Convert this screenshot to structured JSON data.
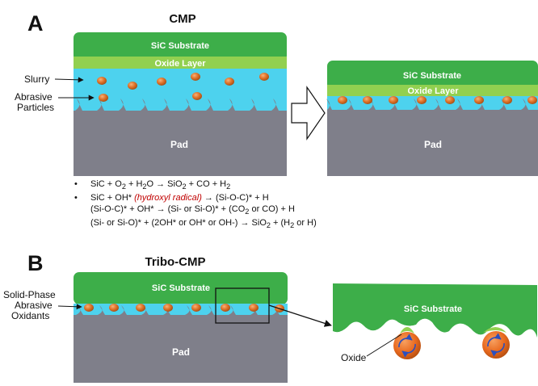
{
  "panel_a": {
    "letter": "A",
    "title": "CMP",
    "substrate": "SiC Substrate",
    "oxide": "Oxide Layer",
    "slurry": "Slurry",
    "abrasive": [
      "Abrasive",
      "Particles"
    ],
    "pad": "Pad",
    "after_substrate": "SiC Substrate",
    "after_oxide": "Oxide Layer",
    "after_pad": "Pad",
    "equations": {
      "eq1": {
        "bullet": "•",
        "p1": "SiC + O",
        "s1": "2",
        "p2": " + H",
        "s2": "2",
        "p3": "O → SiO",
        "s3": "2",
        "p4": " + CO + H",
        "s4": "2"
      },
      "eq2": {
        "bullet": "•",
        "p1": "SiC + OH* ",
        "radical": "(hydroxyl radical)",
        "p2": " → (Si-O-C)* + H"
      },
      "eq3": {
        "p1": "(Si-O-C)* + OH* → (Si- or  Si-O)* + (CO",
        "s1": "2",
        "p2": " or CO) + H"
      },
      "eq4": {
        "p1": "(Si- or Si-O)* + (2OH* or OH* or OH-) → SiO",
        "s1": "2",
        "p2": " + (H",
        "s2": "2",
        "p3": " or H)"
      }
    }
  },
  "panel_b": {
    "letter": "B",
    "title": "Tribo-CMP",
    "substrate": "SiC Substrate",
    "solid_phase": [
      "Solid-Phase",
      "Abrasive",
      "Oxidants"
    ],
    "pad": "Pad",
    "zoom_substrate": "SiC Substrate",
    "oxide": "Oxide"
  },
  "colors": {
    "substrate": "#3dae49",
    "oxide_layer": "#92d050",
    "slurry": "#4dd2ee",
    "pad": "#7f7f8a",
    "particle": "#e0742a",
    "radical": "#c00000"
  }
}
